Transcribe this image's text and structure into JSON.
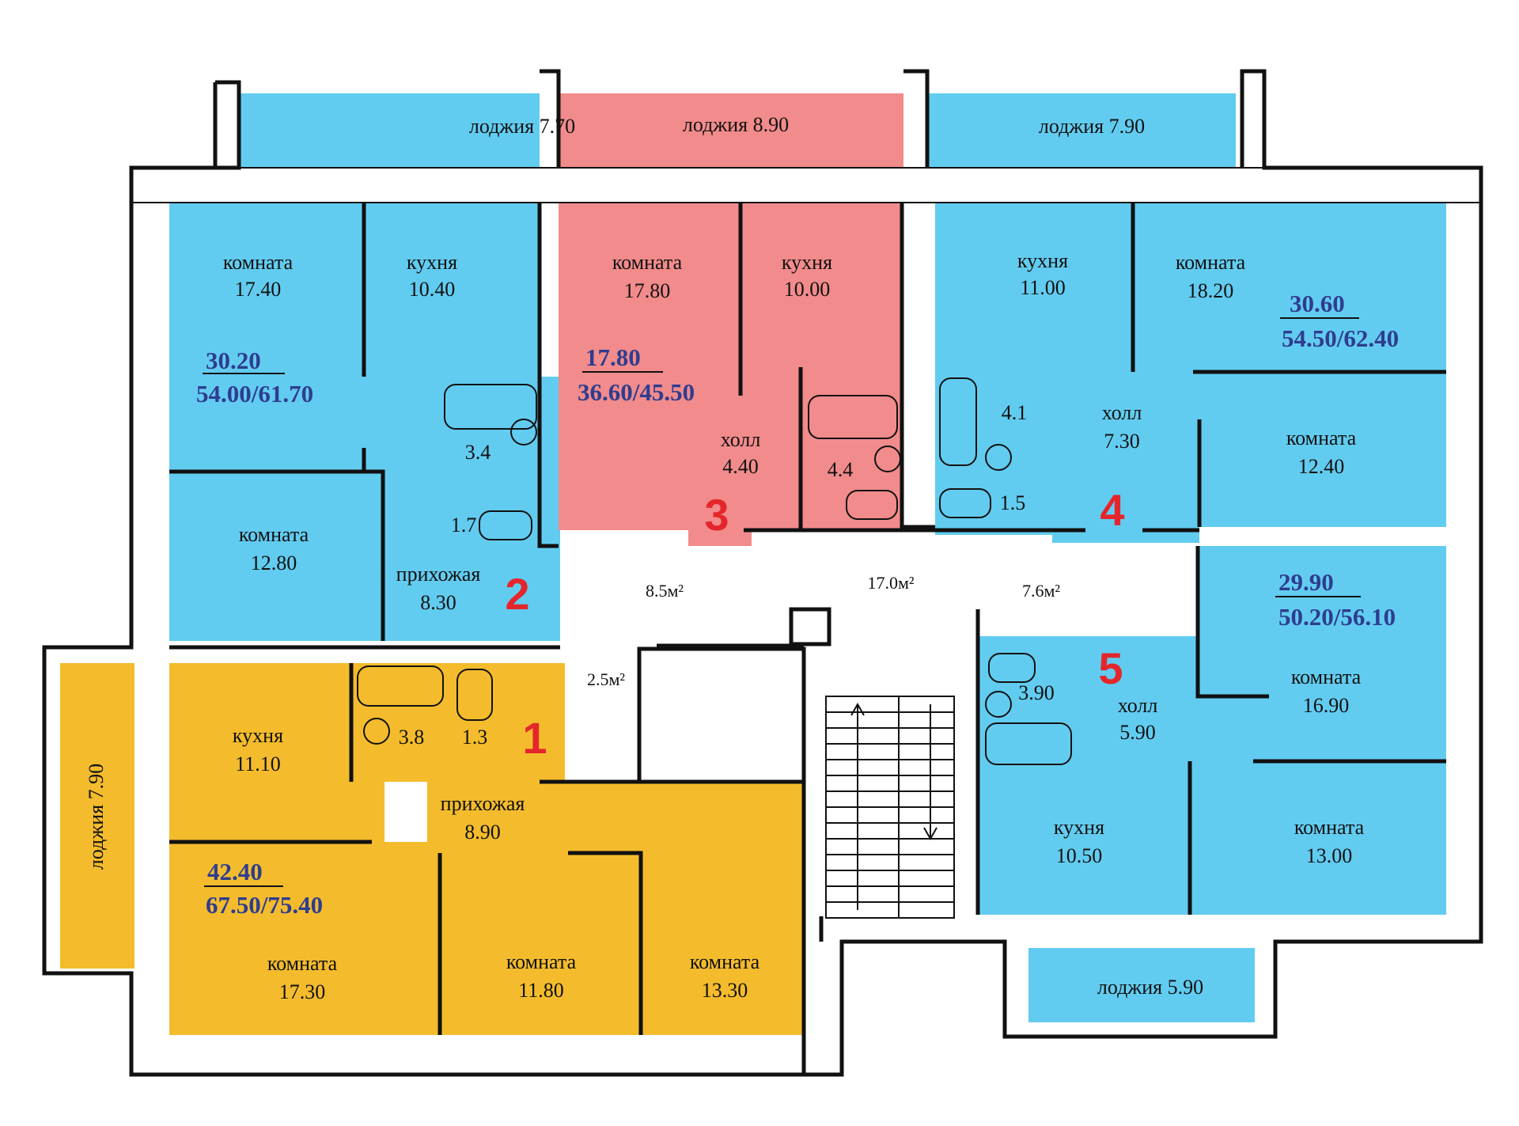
{
  "colors": {
    "blue": "#62ccf0",
    "pink": "#f28b8b",
    "yellow": "#f4bc2c",
    "area_text": "#2e3d8f",
    "unit_number": "#e4262c"
  },
  "units": [
    {
      "number": "1",
      "living": "42.40",
      "total": "67.50/75.40",
      "color": "yellow"
    },
    {
      "number": "2",
      "living": "30.20",
      "total": "54.00/61.70",
      "color": "blue"
    },
    {
      "number": "3",
      "living": "17.80",
      "total": "36.60/45.50",
      "color": "pink"
    },
    {
      "number": "4",
      "living": "30.60",
      "total": "54.50/62.40",
      "color": "blue"
    },
    {
      "number": "5",
      "living": "29.90",
      "total": "50.20/56.10",
      "color": "blue"
    }
  ],
  "rooms": {
    "u1": {
      "kitchen": {
        "name": "кухня",
        "area": "11.10"
      },
      "hall": {
        "name": "прихожая",
        "area": "8.90"
      },
      "room_a": {
        "name": "комната",
        "area": "17.30"
      },
      "room_b": {
        "name": "комната",
        "area": "11.80"
      },
      "room_c": {
        "name": "комната",
        "area": "13.30"
      },
      "bath": "3.8",
      "wc": "1.3",
      "loggia": "лоджия  7.90"
    },
    "u2": {
      "room_a": {
        "name": "комната",
        "area": "17.40"
      },
      "kitchen": {
        "name": "кухня",
        "area": "10.40"
      },
      "room_b": {
        "name": "комната",
        "area": "12.80"
      },
      "hall": {
        "name": "прихожая",
        "area": "8.30"
      },
      "bath": "3.4",
      "wc": "1.7",
      "loggia": "лоджия 7.70"
    },
    "u3": {
      "room_a": {
        "name": "комната",
        "area": "17.80"
      },
      "kitchen": {
        "name": "кухня",
        "area": "10.00"
      },
      "hall": {
        "name": "холл",
        "area": "4.40"
      },
      "bath": "4.4",
      "loggia": "лоджия 8.90"
    },
    "u4": {
      "kitchen": {
        "name": "кухня",
        "area": "11.00"
      },
      "room_a": {
        "name": "комната",
        "area": "18.20"
      },
      "hall": {
        "name": "холл",
        "area": "7.30"
      },
      "room_b": {
        "name": "комната",
        "area": "12.40"
      },
      "bath": "4.1",
      "wc": "1.5",
      "loggia": "лоджия 7.90"
    },
    "u5": {
      "room_a": {
        "name": "комната",
        "area": "16.90"
      },
      "hall": {
        "name": "холл",
        "area": "5.90"
      },
      "kitchen": {
        "name": "кухня",
        "area": "10.50"
      },
      "room_b": {
        "name": "комната",
        "area": "13.00"
      },
      "bath": "3.90",
      "loggia": "лоджия 5.90"
    }
  },
  "corridor": {
    "a": "8.5м²",
    "b": "17.0м²",
    "c": "7.6м²",
    "d": "2.5м²"
  }
}
